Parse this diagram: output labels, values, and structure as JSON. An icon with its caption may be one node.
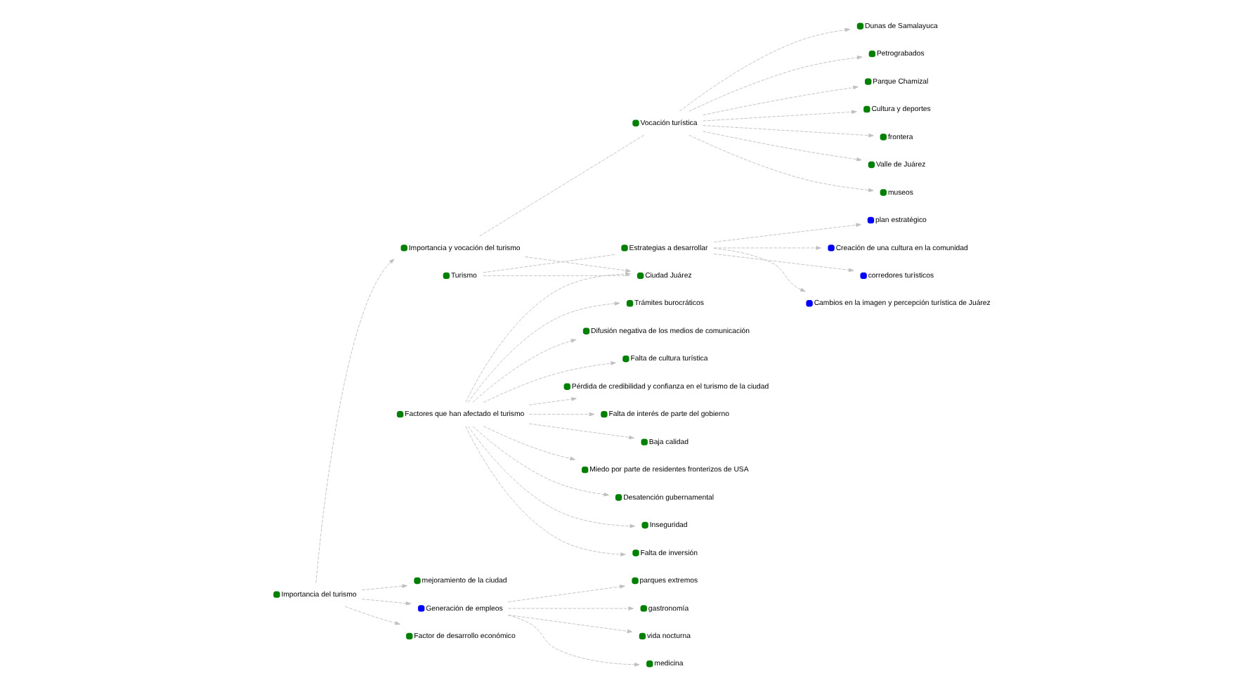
{
  "diagram": {
    "nodes": [
      {
        "text": [
          "Cambios en la imagen y percepción turística de Juárez"
        ]
      },
      {
        "text": [
          "Petrograbados"
        ]
      },
      {
        "text": [
          "Parque Chamizal"
        ]
      },
      {
        "text": [
          "plan estratégico"
        ]
      },
      {
        "text": [
          "Cultura y deportes"
        ]
      },
      {
        "text": [
          "Estrategias a desarrollar"
        ]
      },
      {
        "text": [
          "Creación de una cultura en la comunidad"
        ]
      },
      {
        "text": [
          "frontera"
        ]
      },
      {
        "text": [
          "Turismo"
        ]
      },
      {
        "text": [
          "Vocación turística"
        ]
      },
      {
        "text": [
          "Valle de Juárez"
        ]
      },
      {
        "text": [
          "corredores turísticos"
        ]
      },
      {
        "text": [
          "Importancia y vocación del turismo"
        ]
      },
      {
        "text": [
          "Desatención gubernamental"
        ]
      },
      {
        "text": [
          "museos"
        ]
      },
      {
        "text": [
          "Inseguridad"
        ]
      },
      {
        "text": [
          "Ciudad Juárez"
        ]
      },
      {
        "text": [
          "Trámites burocráticos"
        ]
      },
      {
        "text": [
          "Dunas de Samalayuca"
        ]
      },
      {
        "text": [
          "Difusión negativa de los medios de comunicación"
        ]
      },
      {
        "text": [
          "Factores que han afectado el turismo"
        ]
      },
      {
        "text": [
          "Importancia del turismo"
        ]
      },
      {
        "text": [
          "Falta de cultura turística"
        ]
      },
      {
        "text": [
          "mejoramiento de la ciudad"
        ]
      },
      {
        "text": [
          "Pérdida de credibilidad y confianza en el turismo de la ciudad"
        ]
      },
      {
        "text": [
          "Falta de interés de parte del gobierno"
        ]
      },
      {
        "text": [
          "Falta de inversión"
        ]
      },
      {
        "text": [
          "Baja calidad"
        ]
      },
      {
        "text": [
          "Generación de empleos"
        ]
      },
      {
        "text": [
          "Miedo por parte de residentes fronterizos de USA"
        ]
      },
      {
        "text": [
          "Factor de desarrollo económico"
        ]
      },
      {
        "text": [
          "gastronomía"
        ]
      },
      {
        "text": [
          "vida nocturna"
        ]
      },
      {
        "text": [
          "medicina"
        ]
      },
      {
        "text": [
          "parques extremos"
        ]
      }
    ],
    "edges": [
      {
        "from": 8,
        "to": 5,
        "arrow": "none",
        "style": "dashed"
      },
      {
        "from": 8,
        "to": 16,
        "arrow": "none",
        "style": "dashed"
      },
      {
        "from": 12,
        "to": 16,
        "arrow": "to",
        "style": "dashed"
      },
      {
        "from": 20,
        "to": 16,
        "arrow": "to",
        "style": "dashed"
      },
      {
        "from": 12,
        "to": 9,
        "arrow": "none",
        "style": "dashed"
      },
      {
        "from": 21,
        "to": 12,
        "arrow": "to",
        "style": "dashed"
      },
      {
        "from": 5,
        "to": 0,
        "arrow": "to",
        "style": "dashed"
      },
      {
        "from": 5,
        "to": 3,
        "arrow": "to",
        "style": "dashed"
      },
      {
        "from": 5,
        "to": 6,
        "arrow": "to",
        "style": "dashed"
      },
      {
        "from": 5,
        "to": 11,
        "arrow": "to",
        "style": "dashed"
      },
      {
        "from": 9,
        "to": 1,
        "arrow": "to",
        "style": "dashed"
      },
      {
        "from": 9,
        "to": 2,
        "arrow": "to",
        "style": "dashed"
      },
      {
        "from": 9,
        "to": 4,
        "arrow": "to",
        "style": "dashed"
      },
      {
        "from": 9,
        "to": 7,
        "arrow": "to",
        "style": "dashed"
      },
      {
        "from": 9,
        "to": 10,
        "arrow": "to",
        "style": "dashed"
      },
      {
        "from": 9,
        "to": 14,
        "arrow": "to",
        "style": "dashed"
      },
      {
        "from": 9,
        "to": 18,
        "arrow": "to",
        "style": "dashed"
      },
      {
        "from": 20,
        "to": 13,
        "arrow": "to",
        "style": "dashed"
      },
      {
        "from": 20,
        "to": 15,
        "arrow": "to",
        "style": "dashed"
      },
      {
        "from": 20,
        "to": 17,
        "arrow": "to",
        "style": "dashed"
      },
      {
        "from": 20,
        "to": 19,
        "arrow": "to",
        "style": "dashed"
      },
      {
        "from": 20,
        "to": 22,
        "arrow": "to",
        "style": "dashed"
      },
      {
        "from": 20,
        "to": 24,
        "arrow": "to",
        "style": "dashed"
      },
      {
        "from": 20,
        "to": 25,
        "arrow": "to",
        "style": "dashed"
      },
      {
        "from": 20,
        "to": 26,
        "arrow": "to",
        "style": "dashed"
      },
      {
        "from": 20,
        "to": 29,
        "arrow": "to",
        "style": "dashed"
      },
      {
        "from": 20,
        "to": 27,
        "arrow": "to",
        "style": "dashed"
      },
      {
        "from": 21,
        "to": 23,
        "arrow": "to",
        "style": "dashed"
      },
      {
        "from": 21,
        "to": 30,
        "arrow": "to",
        "style": "dashed"
      },
      {
        "from": 21,
        "to": 28,
        "arrow": "to",
        "style": "dashed"
      },
      {
        "from": 28,
        "to": 31,
        "arrow": "to",
        "style": "dashed"
      },
      {
        "from": 28,
        "to": 32,
        "arrow": "to",
        "style": "dashed"
      },
      {
        "from": 28,
        "to": 33,
        "arrow": "to",
        "style": "dashed"
      },
      {
        "from": 28,
        "to": 34,
        "arrow": "to",
        "style": "dashed"
      }
    ]
  }
}
